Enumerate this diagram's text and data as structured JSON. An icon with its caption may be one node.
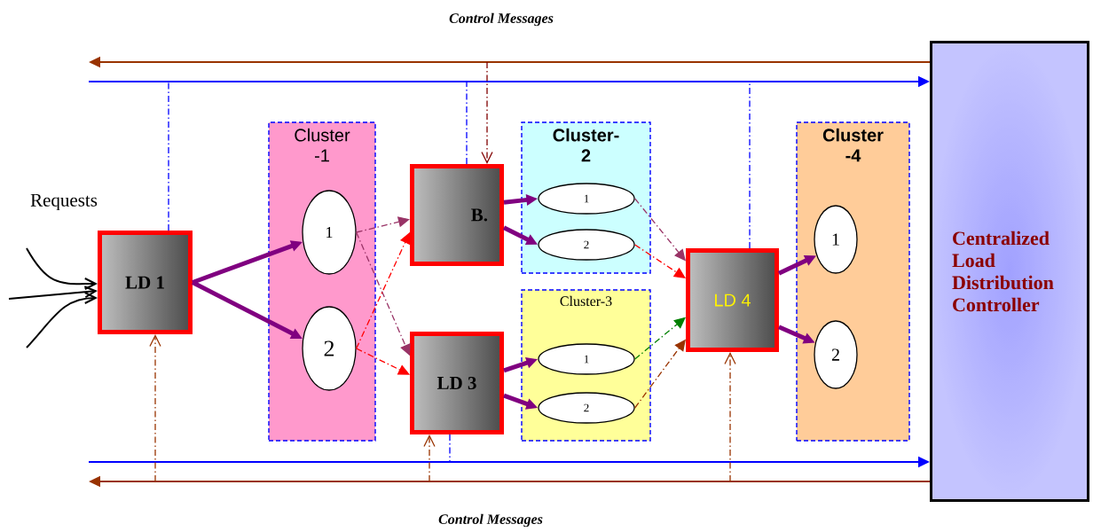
{
  "diagram": {
    "nodes": [
      {
        "text": [
          "Cluster -1"
        ]
      },
      {
        "text": [
          "1"
        ],
        "in": 0
      },
      {
        "text": [
          "2"
        ],
        "in": 0
      },
      {
        "text": [
          "LD 1"
        ]
      },
      {
        "text": [
          "B."
        ]
      },
      {
        "text": [
          "LD 3"
        ]
      },
      {
        "text": [
          "Cluster- 2"
        ]
      },
      {
        "text": [
          "1"
        ],
        "in": 6
      },
      {
        "text": [
          "2"
        ],
        "in": 6
      },
      {
        "text": [
          "Cluster-3"
        ]
      },
      {
        "text": [
          "1"
        ],
        "in": 9
      },
      {
        "text": [
          "2"
        ],
        "in": 9
      },
      {
        "text": [
          "LD 4"
        ]
      },
      {
        "text": [
          "Cluster -4"
        ]
      },
      {
        "text": [
          "1"
        ],
        "in": 13
      },
      {
        "text": [
          "2"
        ],
        "in": 13
      },
      {
        "text": [
          "Centralized Load Distribution Controller"
        ]
      }
    ],
    "edges": [
      {
        "from": 3,
        "to": 1,
        "arrow": "to",
        "style": "thick"
      },
      {
        "from": 3,
        "to": 2,
        "arrow": "to",
        "style": "thick"
      },
      {
        "from": 1,
        "to": 4,
        "arrow": "to",
        "style": "dashed",
        "color": "#993366"
      },
      {
        "from": 1,
        "to": 5,
        "arrow": "to",
        "style": "dashed",
        "color": "#993366"
      },
      {
        "from": 2,
        "to": 4,
        "arrow": "to",
        "style": "dashed",
        "color": "#ff0000"
      },
      {
        "from": 2,
        "to": 5,
        "arrow": "to",
        "style": "dashed",
        "color": "#ff0000"
      },
      {
        "from": 4,
        "to": 7,
        "arrow": "to",
        "style": "thick"
      },
      {
        "from": 4,
        "to": 8,
        "arrow": "to",
        "style": "thick"
      },
      {
        "from": 5,
        "to": 10,
        "arrow": "to",
        "style": "thick"
      },
      {
        "from": 5,
        "to": 11,
        "arrow": "to",
        "style": "thick"
      },
      {
        "from": 7,
        "to": 12,
        "arrow": "to",
        "style": "dashed",
        "color": "#993366"
      },
      {
        "from": 8,
        "to": 12,
        "arrow": "to",
        "style": "dashed",
        "color": "#ff0000"
      },
      {
        "from": 10,
        "to": 12,
        "arrow": "to",
        "style": "dashed",
        "color": "#008000"
      },
      {
        "from": 11,
        "to": 12,
        "arrow": "to",
        "style": "dashed",
        "color": "#993300"
      },
      {
        "from": 12,
        "to": 14,
        "arrow": "to",
        "style": "thick"
      },
      {
        "from": 12,
        "to": 15,
        "arrow": "to",
        "style": "thick"
      },
      {
        "from": 16,
        "to": null,
        "arrow": "to",
        "color": "#993300"
      },
      {
        "from": null,
        "to": 16,
        "arrow": "to",
        "color": "#0000ff"
      },
      {
        "from": null,
        "to": 16,
        "arrow": "to",
        "color": "#0000ff"
      },
      {
        "from": 16,
        "to": null,
        "arrow": "to",
        "color": "#993300"
      },
      {
        "from": 3,
        "to": null,
        "arrow": "none",
        "style": "dashed",
        "color": "#0000ff"
      },
      {
        "from": 4,
        "to": null,
        "arrow": "none",
        "style": "dashed",
        "color": "#0000ff"
      },
      {
        "from": 12,
        "to": null,
        "arrow": "none",
        "style": "dashed",
        "color": "#0000ff"
      },
      {
        "from": 5,
        "to": null,
        "arrow": "none",
        "style": "dashed",
        "color": "#0000ff"
      },
      {
        "from": null,
        "to": 4,
        "arrow": "to",
        "style": "dashed",
        "color": "#800000"
      },
      {
        "from": null,
        "to": 3,
        "arrow": "to",
        "style": "dashed",
        "color": "#993300"
      },
      {
        "from": null,
        "to": 5,
        "arrow": "to",
        "style": "dashed",
        "color": "#993300"
      },
      {
        "from": null,
        "to": 12,
        "arrow": "to",
        "style": "dashed",
        "color": "#993300"
      },
      {
        "from": null,
        "to": 3,
        "arrow": "to",
        "color": "#000000"
      },
      {
        "from": null,
        "to": 3,
        "arrow": "to",
        "color": "#000000"
      },
      {
        "from": null,
        "to": 3,
        "arrow": "to",
        "color": "#000000"
      }
    ],
    "labels": [
      "Control Messages",
      "Requests",
      "Control Messages"
    ]
  }
}
